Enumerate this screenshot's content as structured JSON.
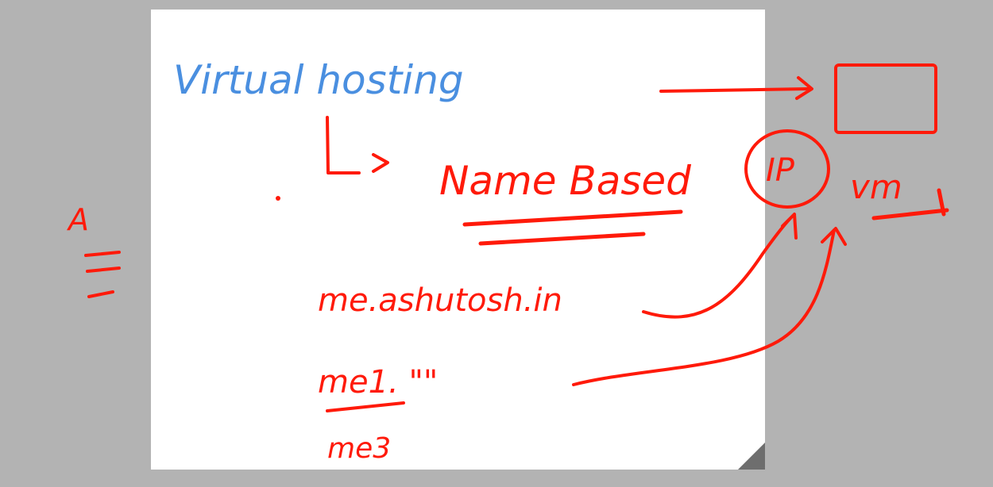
{
  "canvas": {
    "background_color": "#b3b3b3",
    "page_color": "#ffffff",
    "page_corner_color": "#6e6e6e"
  },
  "ink": {
    "blue": "#4a8fe0",
    "red": "#ff1a0a"
  },
  "notes": {
    "title": "Virtual hosting",
    "subtitle": "Name Based",
    "domain_1": "me.ashutosh.in",
    "domain_2": "me1. \"\"",
    "domain_3": "me3",
    "left_mark": "A",
    "ip_label": "IP",
    "vm_label": "vm"
  }
}
